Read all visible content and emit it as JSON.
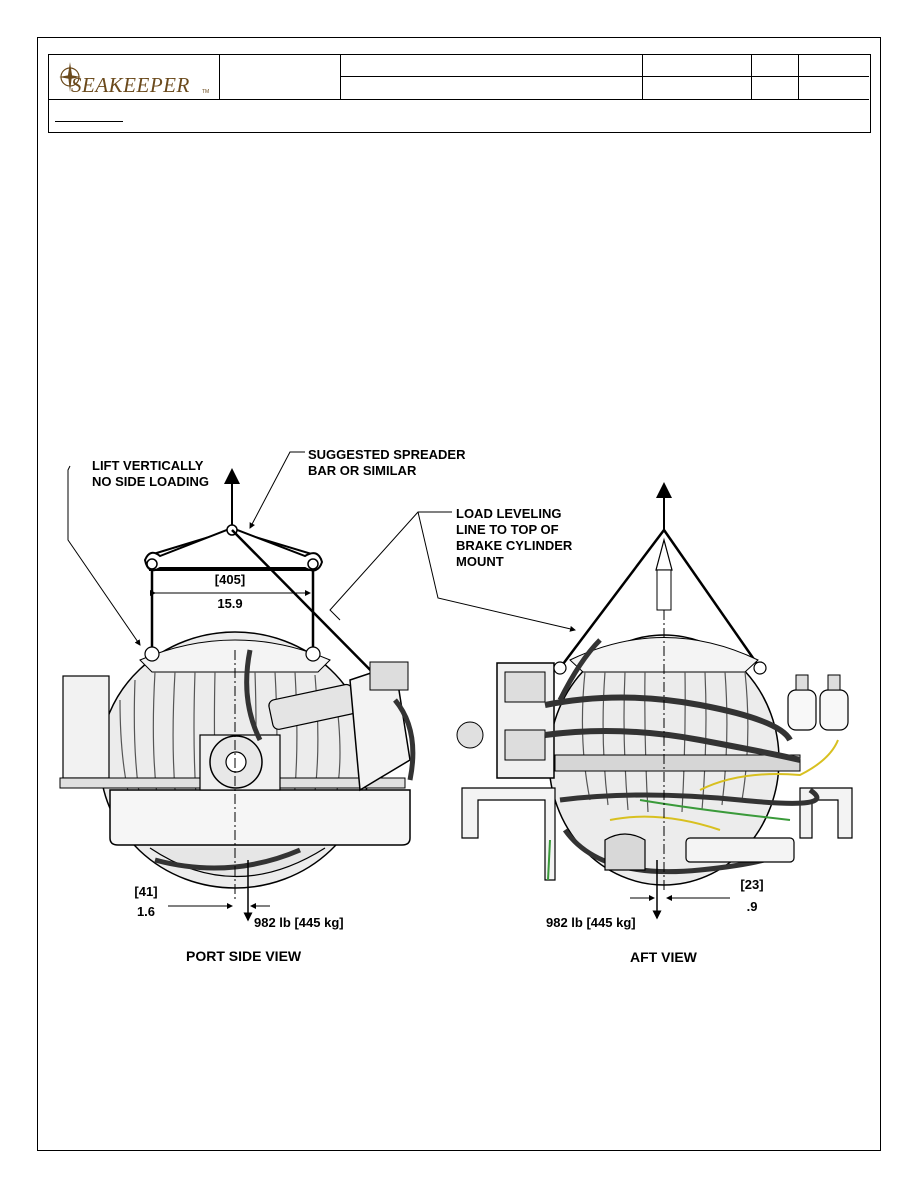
{
  "title_block": {
    "logo_text": "SEAKEEPER",
    "logo_tm": "TM",
    "accent_color": "#6b4a1c"
  },
  "callouts": {
    "lift": "LIFT VERTICALLY\nNO SIDE LOADING",
    "spreader": "SUGGESTED SPREADER\nBAR OR SIMILAR",
    "load_leveling": "LOAD LEVELING\nLINE TO TOP OF\nBRAKE CYLINDER\nMOUNT"
  },
  "port_view": {
    "label": "PORT SIDE VIEW",
    "spread_mm": "405",
    "spread_in": "15.9",
    "cg_offset_mm": "41",
    "cg_offset_in": "1.6",
    "weight": "982 lb [445 kg]"
  },
  "aft_view": {
    "label": "AFT VIEW",
    "cg_offset_mm": "23",
    "cg_offset_in": ".9",
    "weight": "982 lb [445 kg]"
  }
}
